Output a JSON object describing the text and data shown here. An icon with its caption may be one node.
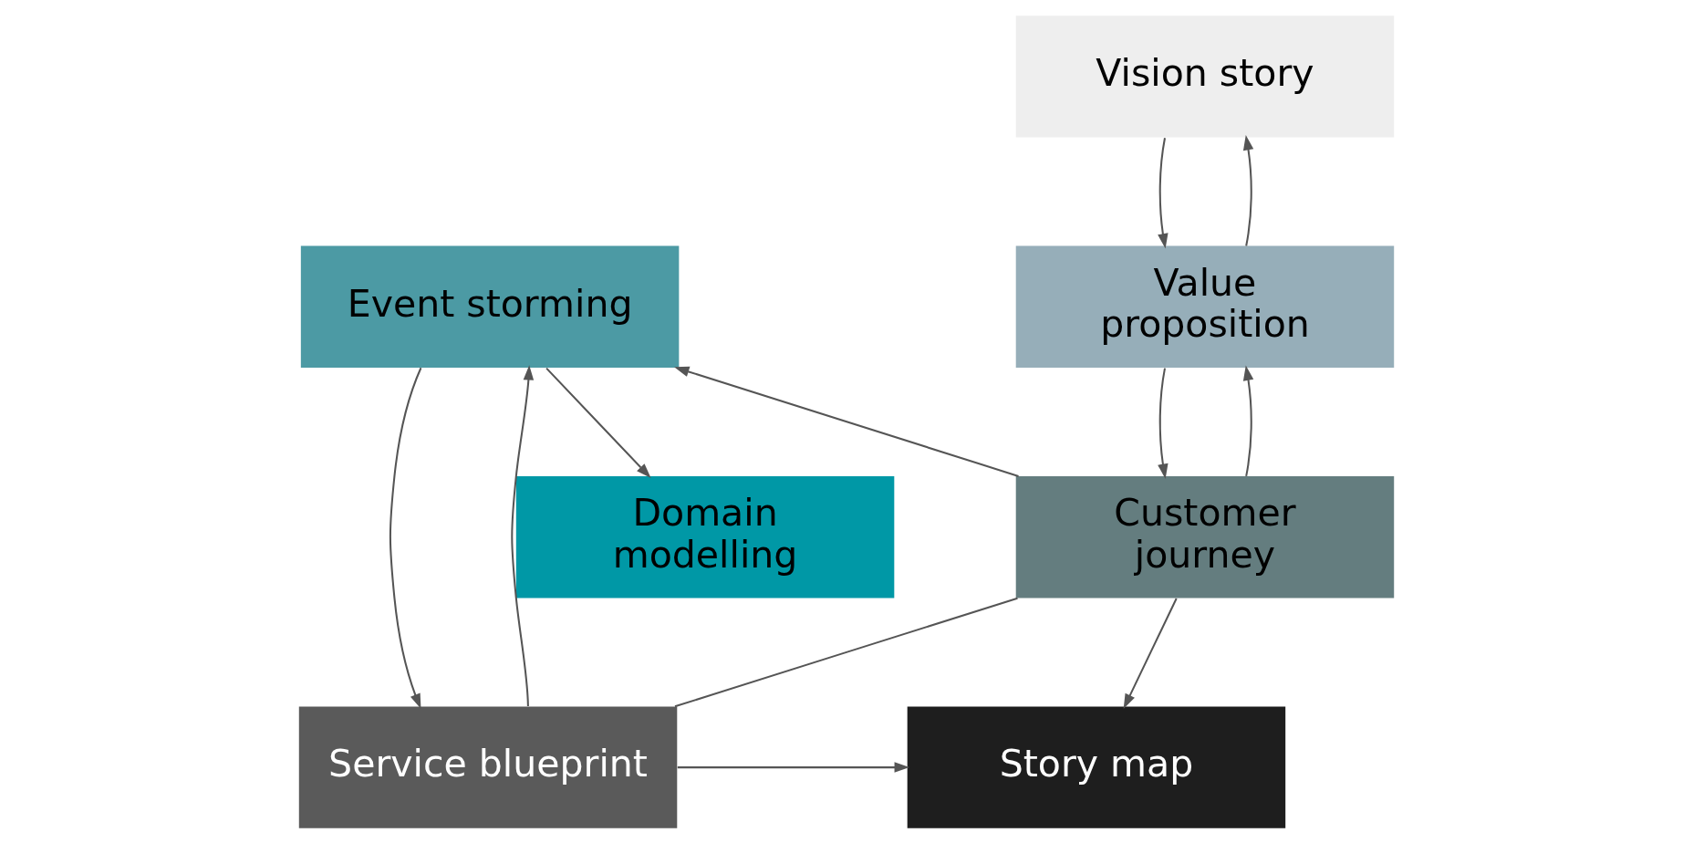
{
  "diagram": {
    "nodes": [
      {
        "text": [
          "Vision story"
        ]
      },
      {
        "text": [
          "Value proposition"
        ]
      },
      {
        "text": [
          "Customer journey"
        ]
      },
      {
        "text": [
          "Story map"
        ]
      },
      {
        "text": [
          "Event storming"
        ]
      },
      {
        "text": [
          "Domain modelling"
        ]
      },
      {
        "text": [
          "Service blueprint"
        ]
      }
    ],
    "edges": [
      {
        "from": 0,
        "to": 1,
        "arrow": "to"
      },
      {
        "from": 1,
        "to": 0,
        "arrow": "to"
      },
      {
        "from": 1,
        "to": 2,
        "arrow": "to"
      },
      {
        "from": 2,
        "to": 1,
        "arrow": "to"
      },
      {
        "from": 2,
        "to": 4,
        "arrow": "to"
      },
      {
        "from": 2,
        "to": 6,
        "arrow": "none"
      },
      {
        "from": 4,
        "to": 5,
        "arrow": "to"
      },
      {
        "from": 4,
        "to": 6,
        "arrow": "to"
      },
      {
        "from": 6,
        "to": 4,
        "arrow": "to"
      },
      {
        "from": 2,
        "to": 3,
        "arrow": "to"
      },
      {
        "from": 6,
        "to": 3,
        "arrow": "to"
      }
    ]
  }
}
